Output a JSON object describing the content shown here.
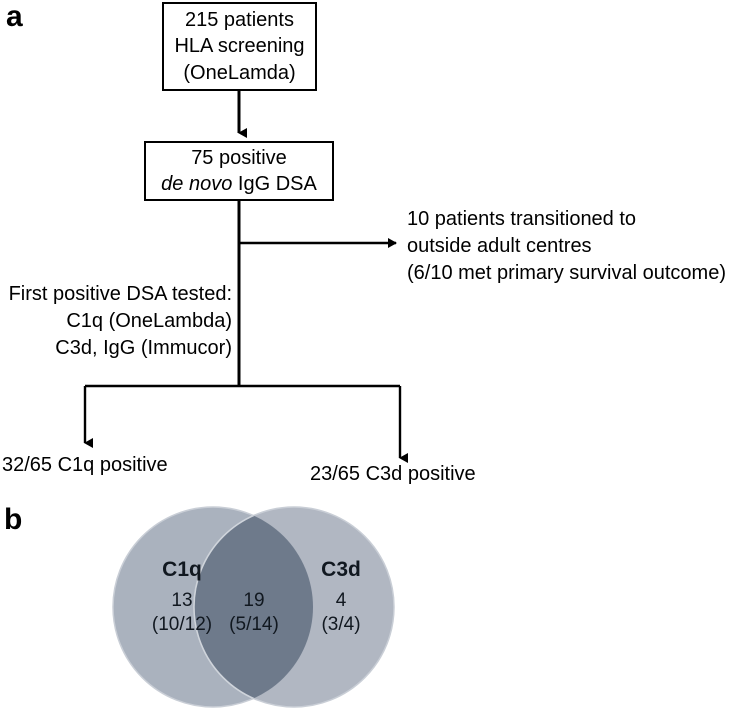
{
  "figure": {
    "panel_a_letter": "a",
    "panel_b_letter": "b"
  },
  "flowchart": {
    "boxes": [
      {
        "name": "screening-box",
        "lines": [
          "215 patients",
          "HLA screening",
          "(OneLamda)"
        ]
      },
      {
        "name": "dsa-positive-box",
        "line1": "75 positive",
        "line2_italic": "de novo",
        "line2_rest": " IgG DSA"
      }
    ],
    "side_note": {
      "name": "transitioned-patients-note",
      "lines": [
        "10 patients transitioned to",
        "outside adult centres",
        "(6/10 met primary survival outcome)"
      ]
    },
    "assay_note": {
      "name": "assay-note",
      "lines": [
        "First positive DSA tested:",
        "C1q (OneLambda)",
        "C3d, IgG (Immucor)"
      ]
    },
    "outcomes": [
      {
        "name": "c1q-positive-outcome",
        "label": "32/65 C1q positive"
      },
      {
        "name": "c3d-positive-outcome",
        "label": "23/65 C3d positive"
      }
    ]
  },
  "venn": {
    "type": "venn2",
    "left_set": {
      "title": "C1q",
      "count": "13",
      "detail": "(10/12)"
    },
    "intersection": {
      "count": "19",
      "detail": "(5/14)"
    },
    "right_set": {
      "title": "C3d",
      "count": "4",
      "detail": "(3/4)"
    },
    "colors": {
      "circle_fill": "#aab2be",
      "circle_fill_right": "#aeb5c0",
      "intersection_fill": "#6e7a8b",
      "edge": "#c7ccd4"
    }
  }
}
